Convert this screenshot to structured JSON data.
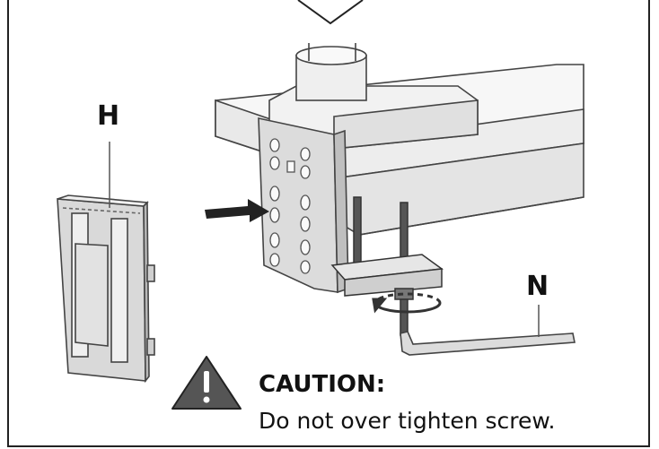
{
  "labels": {
    "part_h": "H",
    "part_n": "N"
  },
  "caution": {
    "title": "CAUTION:",
    "message": "Do not over tighten screw."
  },
  "icons": {
    "warning": "warning-triangle-icon",
    "direction": "arrow-right-icon",
    "rotation": "rotate-arrow-icon"
  },
  "colors": {
    "line": "#333333",
    "part_fill": "#e6e6e6",
    "part_shadow": "#bdbdbd",
    "warning_fill": "#555555"
  }
}
